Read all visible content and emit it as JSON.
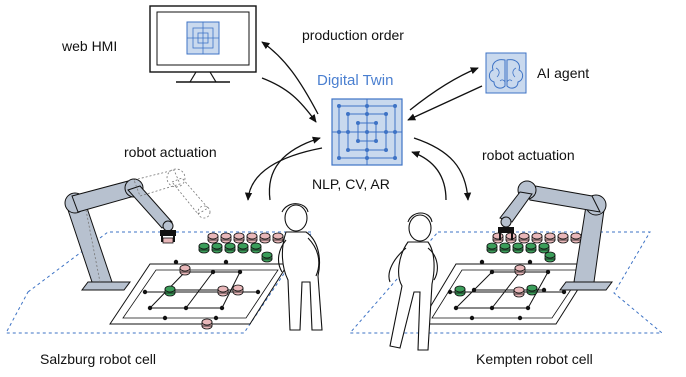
{
  "labels": {
    "web_hmi": "web HMI",
    "production_order": "production order",
    "digital_twin": "Digital Twin",
    "ai_agent": "AI agent",
    "robot_actuation_left": "robot actuation",
    "robot_actuation_right": "robot actuation",
    "twin_capabilities": "NLP, CV, AR",
    "salzburg_cell": "Salzburg robot cell",
    "kempten_cell": "Kempten robot cell"
  },
  "colors": {
    "twin_fill": "#c9d9ee",
    "twin_blue": "#3e73c5",
    "title_blue": "#4a7fd0",
    "green_piece": "#3b9d5a",
    "pink_piece": "#e8b7b9",
    "robot_gray": "#b7c1cf",
    "line": "#111111"
  },
  "icons": {
    "monitor": "monitor-icon",
    "brain": "brain-icon",
    "twin_grid": "digital-twin-grid-icon",
    "robot_arm": "robot-arm-icon",
    "person": "person-icon"
  }
}
